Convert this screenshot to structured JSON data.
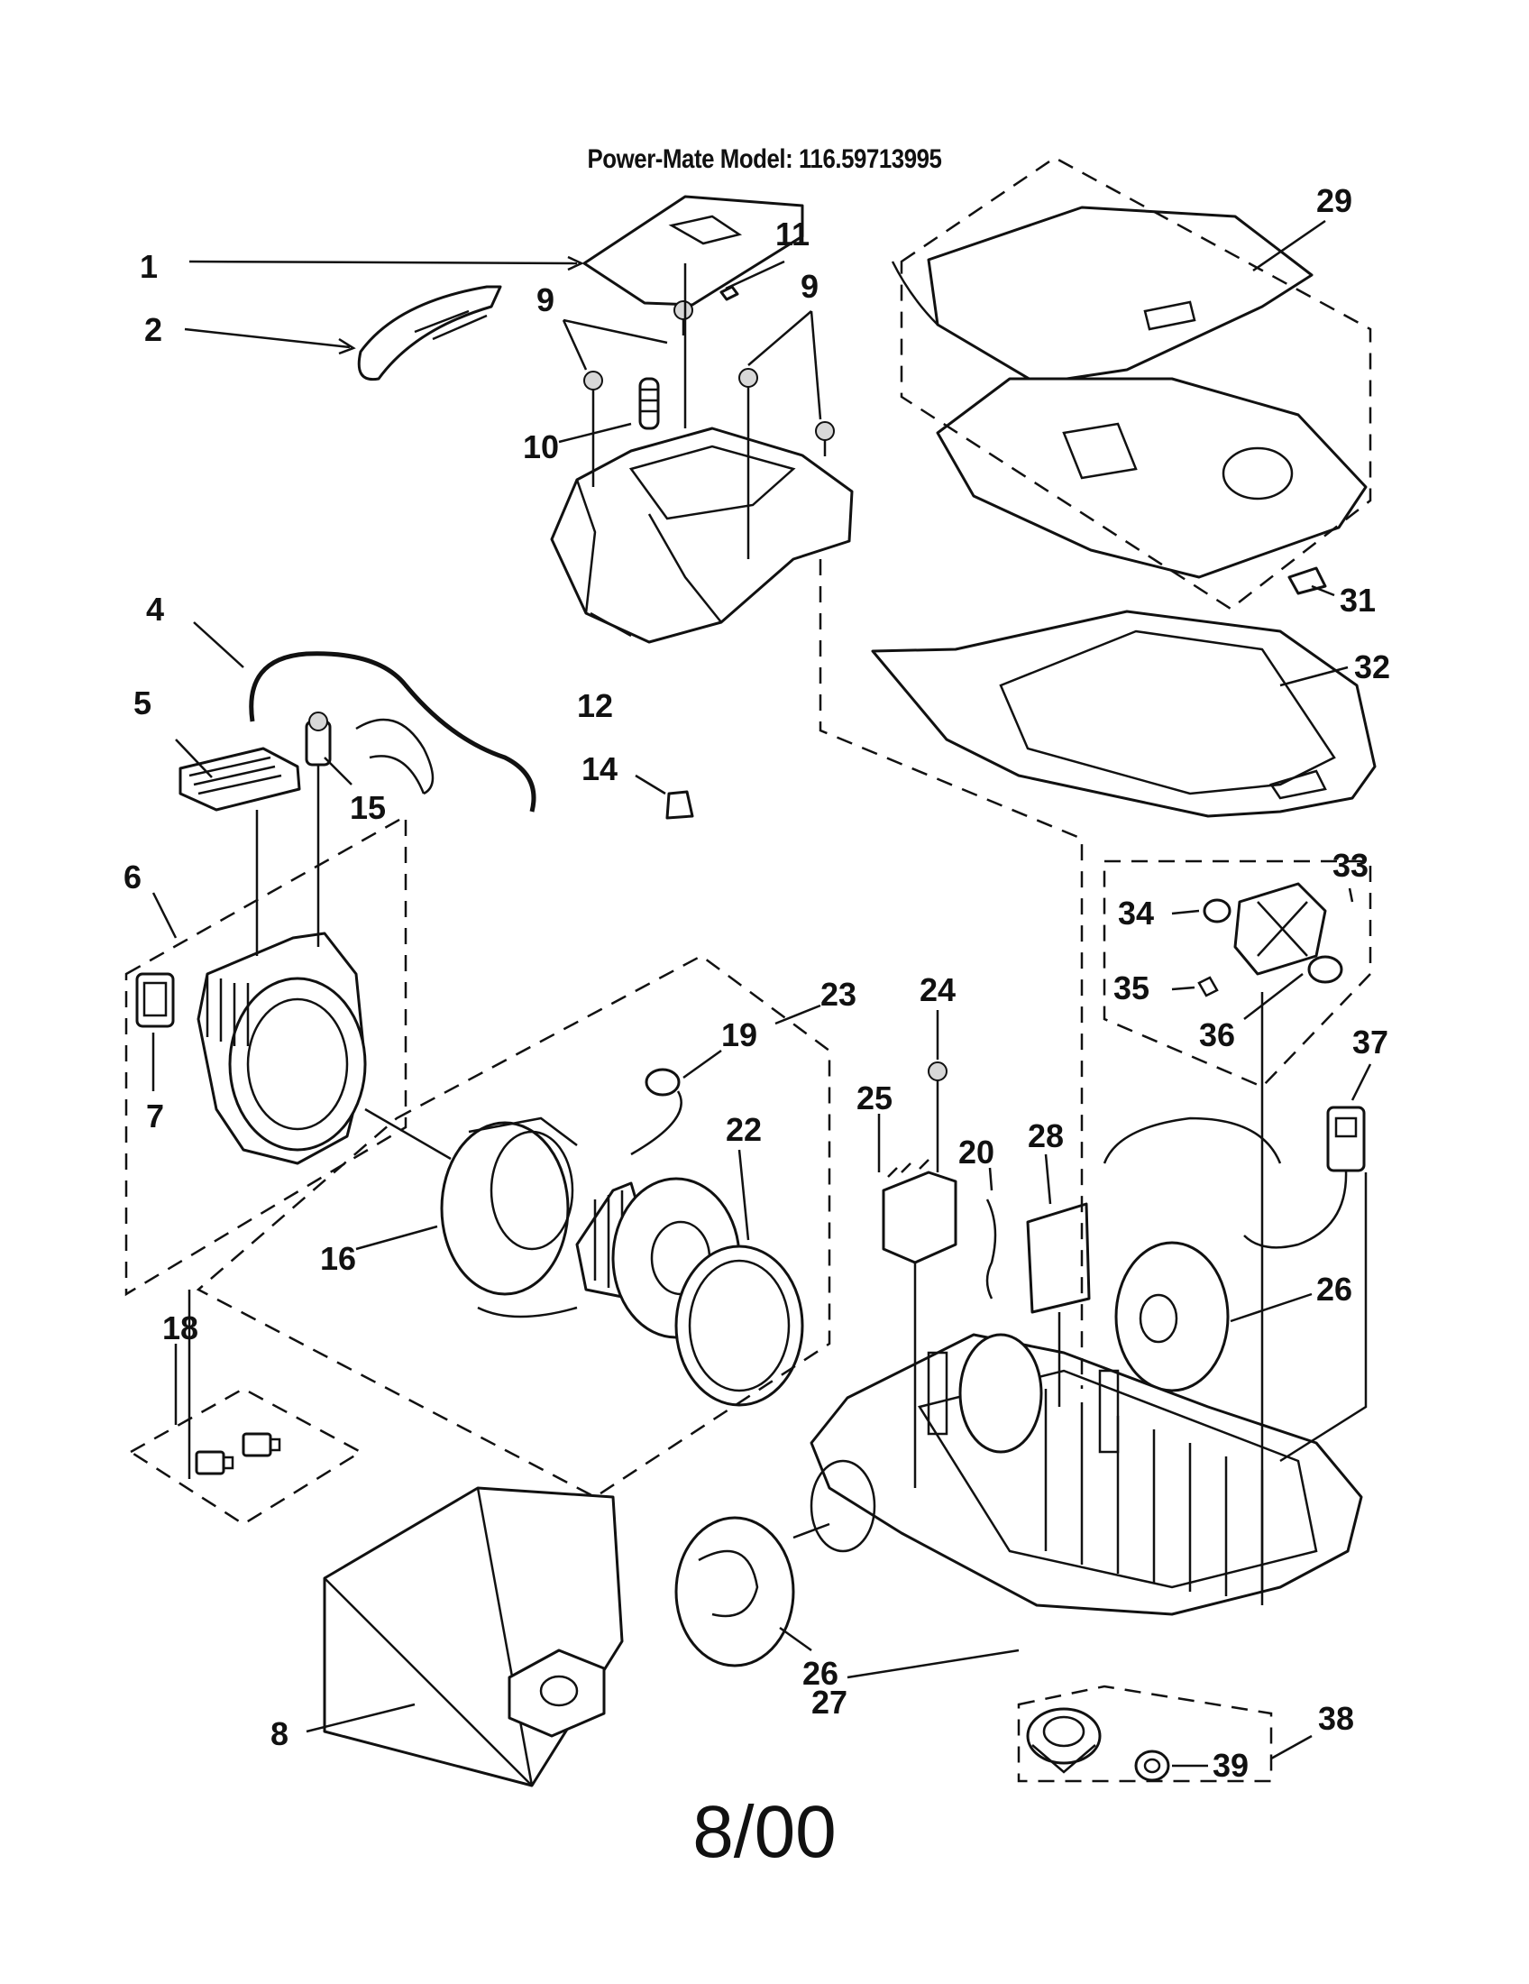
{
  "header": {
    "model_line": "Power-Mate Model: 116.59713995"
  },
  "footer": {
    "date": "8/00"
  },
  "callouts": [
    {
      "id": "1",
      "label": "1"
    },
    {
      "id": "2",
      "label": "2"
    },
    {
      "id": "4",
      "label": "4"
    },
    {
      "id": "5",
      "label": "5"
    },
    {
      "id": "6",
      "label": "6"
    },
    {
      "id": "7",
      "label": "7"
    },
    {
      "id": "8",
      "label": "8"
    },
    {
      "id": "9a",
      "label": "9"
    },
    {
      "id": "9b",
      "label": "9"
    },
    {
      "id": "10",
      "label": "10"
    },
    {
      "id": "11",
      "label": "11"
    },
    {
      "id": "12",
      "label": "12"
    },
    {
      "id": "14",
      "label": "14"
    },
    {
      "id": "15",
      "label": "15"
    },
    {
      "id": "16",
      "label": "16"
    },
    {
      "id": "18",
      "label": "18"
    },
    {
      "id": "19",
      "label": "19"
    },
    {
      "id": "20",
      "label": "20"
    },
    {
      "id": "22",
      "label": "22"
    },
    {
      "id": "23",
      "label": "23"
    },
    {
      "id": "24",
      "label": "24"
    },
    {
      "id": "25",
      "label": "25"
    },
    {
      "id": "26a",
      "label": "26"
    },
    {
      "id": "26b",
      "label": "26"
    },
    {
      "id": "27",
      "label": "27"
    },
    {
      "id": "28",
      "label": "28"
    },
    {
      "id": "29",
      "label": "29"
    },
    {
      "id": "31",
      "label": "31"
    },
    {
      "id": "32",
      "label": "32"
    },
    {
      "id": "33",
      "label": "33"
    },
    {
      "id": "34",
      "label": "34"
    },
    {
      "id": "35",
      "label": "35"
    },
    {
      "id": "36",
      "label": "36"
    },
    {
      "id": "37",
      "label": "37"
    },
    {
      "id": "38",
      "label": "38"
    },
    {
      "id": "39",
      "label": "39"
    }
  ]
}
